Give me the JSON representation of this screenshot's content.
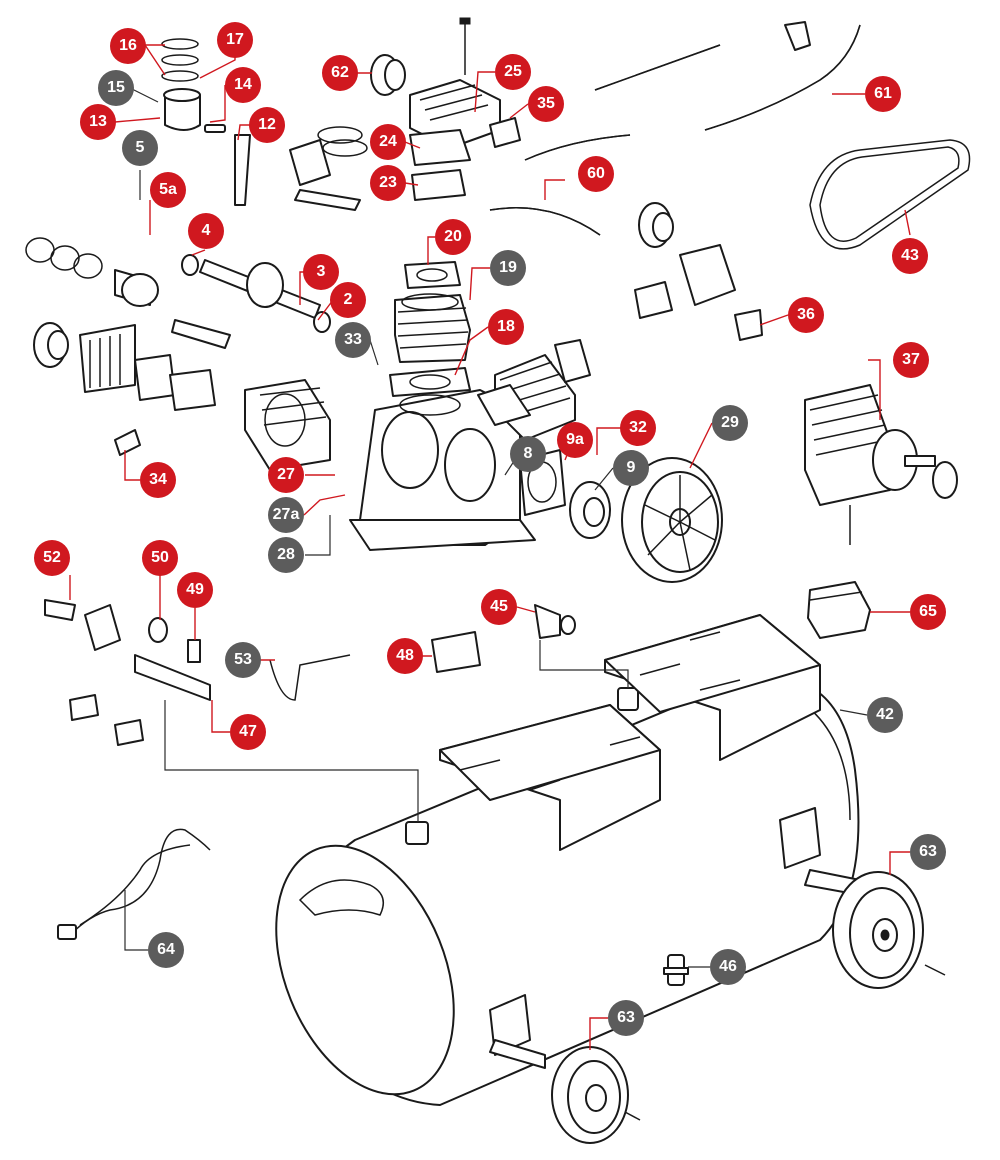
{
  "colors": {
    "callout_red": "#d0181f",
    "callout_grey": "#5c5c5c",
    "line": "#1a1a1a"
  },
  "callouts": {
    "c16": "16",
    "c17": "17",
    "c15": "15",
    "c14": "14",
    "c13": "13",
    "c12": "12",
    "c5": "5",
    "c5a": "5a",
    "c4": "4",
    "c62": "62",
    "c25": "25",
    "c35": "35",
    "c24": "24",
    "c23": "23",
    "c61": "61",
    "c60": "60",
    "c43": "43",
    "c20": "20",
    "c19": "19",
    "c3": "3",
    "c2": "2",
    "c33": "33",
    "c18": "18",
    "c36": "36",
    "c37": "37",
    "c34": "34",
    "c8": "8",
    "c9a": "9a",
    "c32": "32",
    "c29": "29",
    "c9": "9",
    "c27": "27",
    "c27a": "27a",
    "c28": "28",
    "c52": "52",
    "c50": "50",
    "c49": "49",
    "c45": "45",
    "c65": "65",
    "c53": "53",
    "c48": "48",
    "c42": "42",
    "c47": "47",
    "c63a": "63",
    "c64": "64",
    "c46": "46",
    "c63b": "63"
  }
}
